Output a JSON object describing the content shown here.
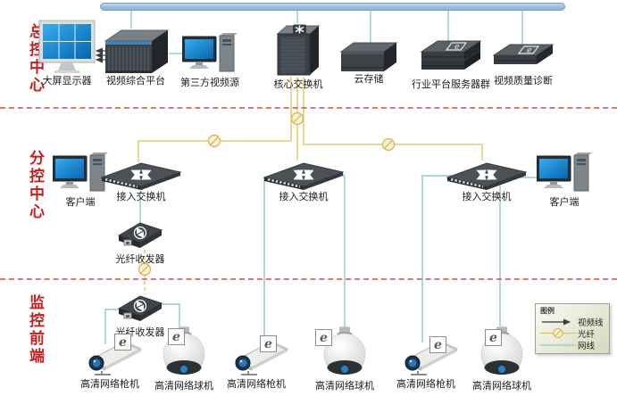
{
  "zones": {
    "master": {
      "title": "总控中心"
    },
    "sub": {
      "title": "分控中心"
    },
    "front": {
      "title": "监控前端"
    }
  },
  "devices": {
    "monitor_wall": {
      "label": "大屏显示器"
    },
    "video_platform": {
      "label": "视频综合平台"
    },
    "third_party_source": {
      "label": "第三方视频源"
    },
    "core_switch": {
      "label": "核心交换机"
    },
    "cloud_storage": {
      "label": "云存储"
    },
    "industry_servers": {
      "label": "行业平台服务器群"
    },
    "video_quality_diag": {
      "label": "视频质量诊断"
    },
    "client_left": {
      "label": "客户端"
    },
    "client_right": {
      "label": "客户端"
    },
    "access_switch_left": {
      "label": "接入交换机"
    },
    "access_switch_mid": {
      "label": "接入交换机"
    },
    "access_switch_right": {
      "label": "接入交换机"
    },
    "fiber_transceiver_upper": {
      "label": "光纤收发器"
    },
    "fiber_transceiver_lower": {
      "label": "光纤收发器"
    },
    "bullet_cam_1": {
      "label": "高清网络枪机"
    },
    "dome_cam_1": {
      "label": "高清网络球机"
    },
    "bullet_cam_2": {
      "label": "高清网络枪机"
    },
    "dome_cam_2": {
      "label": "高清网络球机"
    },
    "bullet_cam_3": {
      "label": "高清网络枪机"
    },
    "dome_cam_3": {
      "label": "高清网络球机"
    }
  },
  "legend": {
    "title": "图例",
    "items": [
      {
        "label": "视频线",
        "type": "video"
      },
      {
        "label": "光纤",
        "type": "fiber"
      },
      {
        "label": "网线",
        "type": "ethernet"
      }
    ]
  },
  "e_badge_glyph": "e",
  "colors": {
    "network_line": "#8fccbf",
    "fiber_line": "#e3bf55",
    "video_line": "#3c3c3c",
    "divider": "#d4605f",
    "zone_label": "#c42020",
    "backbone_fill": "#a8c6e6",
    "backbone_border": "#7b9cc8",
    "screen_blue": "#1b8fd2",
    "device_dark": "#3c4147"
  }
}
